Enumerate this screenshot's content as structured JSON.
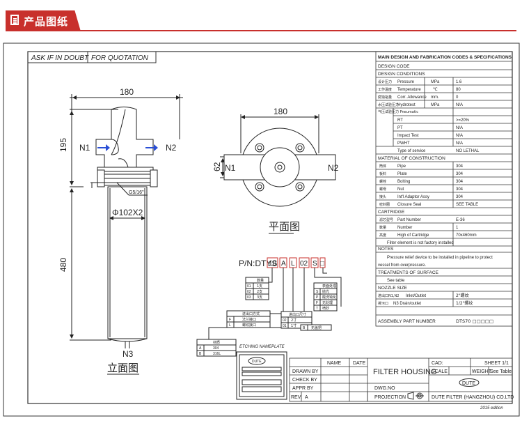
{
  "header": {
    "title": "产品图纸",
    "accent_color": "#c8302c",
    "icon": "document-icon"
  },
  "drawing": {
    "notice": [
      "ASK  IF  IN  DOUBT",
      "FOR QUOTATION"
    ],
    "dims": {
      "width": "180",
      "height_top": "195",
      "height_body": "480",
      "dia": "Φ102X2",
      "plan_width": "180",
      "plan_offset": "62",
      "thread": "G5/16\""
    },
    "nozzles": {
      "n1": "N1",
      "n2": "N2",
      "n3": "N3"
    },
    "front_view_label": "立面图",
    "plan_view_label": "平面图",
    "pn": {
      "prefix": "P/N:DTYS",
      "codes": [
        "10",
        "A",
        "L",
        "02",
        "S",
        "□"
      ]
    },
    "code_tables": {
      "qty": {
        "title": "数量",
        "rows": [
          [
            "01",
            "1支"
          ],
          [
            "02",
            "2支"
          ],
          [
            "03",
            "3支"
          ]
        ]
      },
      "conn": {
        "title": "进出口方式",
        "rows": [
          [
            "F",
            "法兰接口"
          ],
          [
            "L",
            "螺纹接口"
          ]
        ]
      },
      "size": {
        "title": "进出口尺寸",
        "rows": [
          [
            "02",
            "2寸"
          ],
          [
            "01",
            "1寸"
          ]
        ]
      },
      "surface": {
        "title": "表面处理",
        "rows": [
          [
            "S",
            "抛光"
          ],
          [
            "P",
            "酸洗钝化"
          ],
          [
            "F",
            "无处理"
          ],
          [
            "T",
            "喷砂"
          ]
        ]
      },
      "material": {
        "title": "材质",
        "rows": [
          [
            "A",
            "304"
          ],
          [
            "B",
            "316L"
          ]
        ]
      },
      "s_row": [
        "B",
        "无盖把"
      ]
    },
    "etching": {
      "title": "ETCHING NAMEPLATE",
      "logo": "DUTE"
    }
  },
  "spec": {
    "title": "MAIN DESIGN AND FABRICATION CODES & SPECIFICATIONS",
    "design_code": "DESIGN CODE",
    "design_conditions": "DESIGN CONDITIONS",
    "conditions": [
      [
        "设计压力",
        "Pressure",
        "MPa",
        "1.6"
      ],
      [
        "工作温度",
        "Temperature",
        "℃",
        "80"
      ],
      [
        "腐蚀裕量",
        "Corr. Allowance",
        "mm.",
        "0"
      ],
      [
        "水压试验压力",
        "Hydrotest",
        "MPa",
        "N/A"
      ]
    ],
    "pneumatic": "气压试验压力 Pneumatic",
    "inspect": [
      [
        "RT",
        ">=20%"
      ],
      [
        "PT",
        "N/A"
      ],
      [
        "Impact Test",
        "N/A"
      ],
      [
        "PWHT",
        "N/A"
      ],
      [
        "Type of service",
        "NO LETHAL"
      ]
    ],
    "material_head": "MATERIAL OF CONSTRUCTION",
    "materials": [
      [
        "筒体",
        "Pipe",
        "304"
      ],
      [
        "板料",
        "Plate",
        "304"
      ],
      [
        "螺栓",
        "Bolting",
        "304"
      ],
      [
        "螺母",
        "Nut",
        "304"
      ],
      [
        "接头",
        "Int'l Adaptor Assy",
        "304"
      ],
      [
        "密封圈",
        "Closure Seal",
        "SEE TABLE"
      ]
    ],
    "cartridge_head": "CARTRIDGE",
    "cartridge": [
      [
        "滤芯型号",
        "Part Number",
        "E-36"
      ],
      [
        "数量",
        "Number",
        "1"
      ],
      [
        "高度",
        "High of Cartridge",
        "70x460mm"
      ]
    ],
    "cartridge_note": "Filter element is not factory installed",
    "notes_head": "NOTES",
    "notes": [
      "Pressure relief device to be installed in pipeline to protect",
      "vessel from overpressure."
    ],
    "surface_head": "TREATMENTS OF SURFACE",
    "surface": "See table",
    "nozzle_head": "NOZZLE SIZE",
    "nozzle": [
      [
        "进出口N1,N2",
        "Inlet/Outlet",
        "2\"螺纹"
      ],
      [
        "排污口",
        "N3  Drain/outlet",
        "1/2\"螺纹"
      ]
    ],
    "assembly": [
      "ASSEMBLY PART NUMBER",
      "DTS70 □□□□□"
    ]
  },
  "title_block": {
    "drawn": "DRAWN  BY",
    "check": "CHECK  BY",
    "appr": "APPR  BY",
    "rev": "REV.",
    "rev_val": "A",
    "name": "NAME",
    "date": "DATE",
    "product": "FILTER  HOUSING",
    "dwg": "DWG.NO",
    "projection": "PROJECTION",
    "cad": "CAD:",
    "scale": "SCALE",
    "sheet": "SHEET  1/1",
    "weight": "WEIGHT",
    "see_table": "See Table",
    "logo": "DUTE",
    "company": "DUTE FILTER (HANGZHOU) CO.LTD",
    "edition": "2015  edition"
  }
}
